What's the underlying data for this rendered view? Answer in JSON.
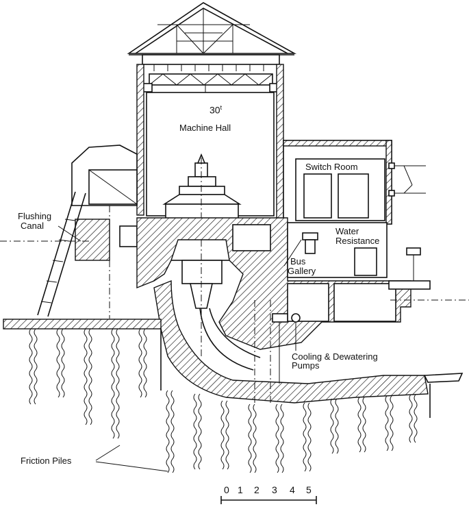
{
  "labels": {
    "crane": "30",
    "crane_sup": "t",
    "machine_hall": "Machine Hall",
    "switch_room": "Switch Room",
    "flushing_line1": "Flushing",
    "flushing_line2": "Canal",
    "water_line1": "Water",
    "water_line2": "Resistance",
    "bus_line1": "Bus",
    "bus_line2": "Gallery",
    "cooling_line1": "Cooling & Dewatering",
    "cooling_line2": "Pumps",
    "friction_piles": "Friction Piles"
  },
  "scale": {
    "ticks": [
      "0",
      "1",
      "2",
      "3",
      "4",
      "5"
    ]
  }
}
